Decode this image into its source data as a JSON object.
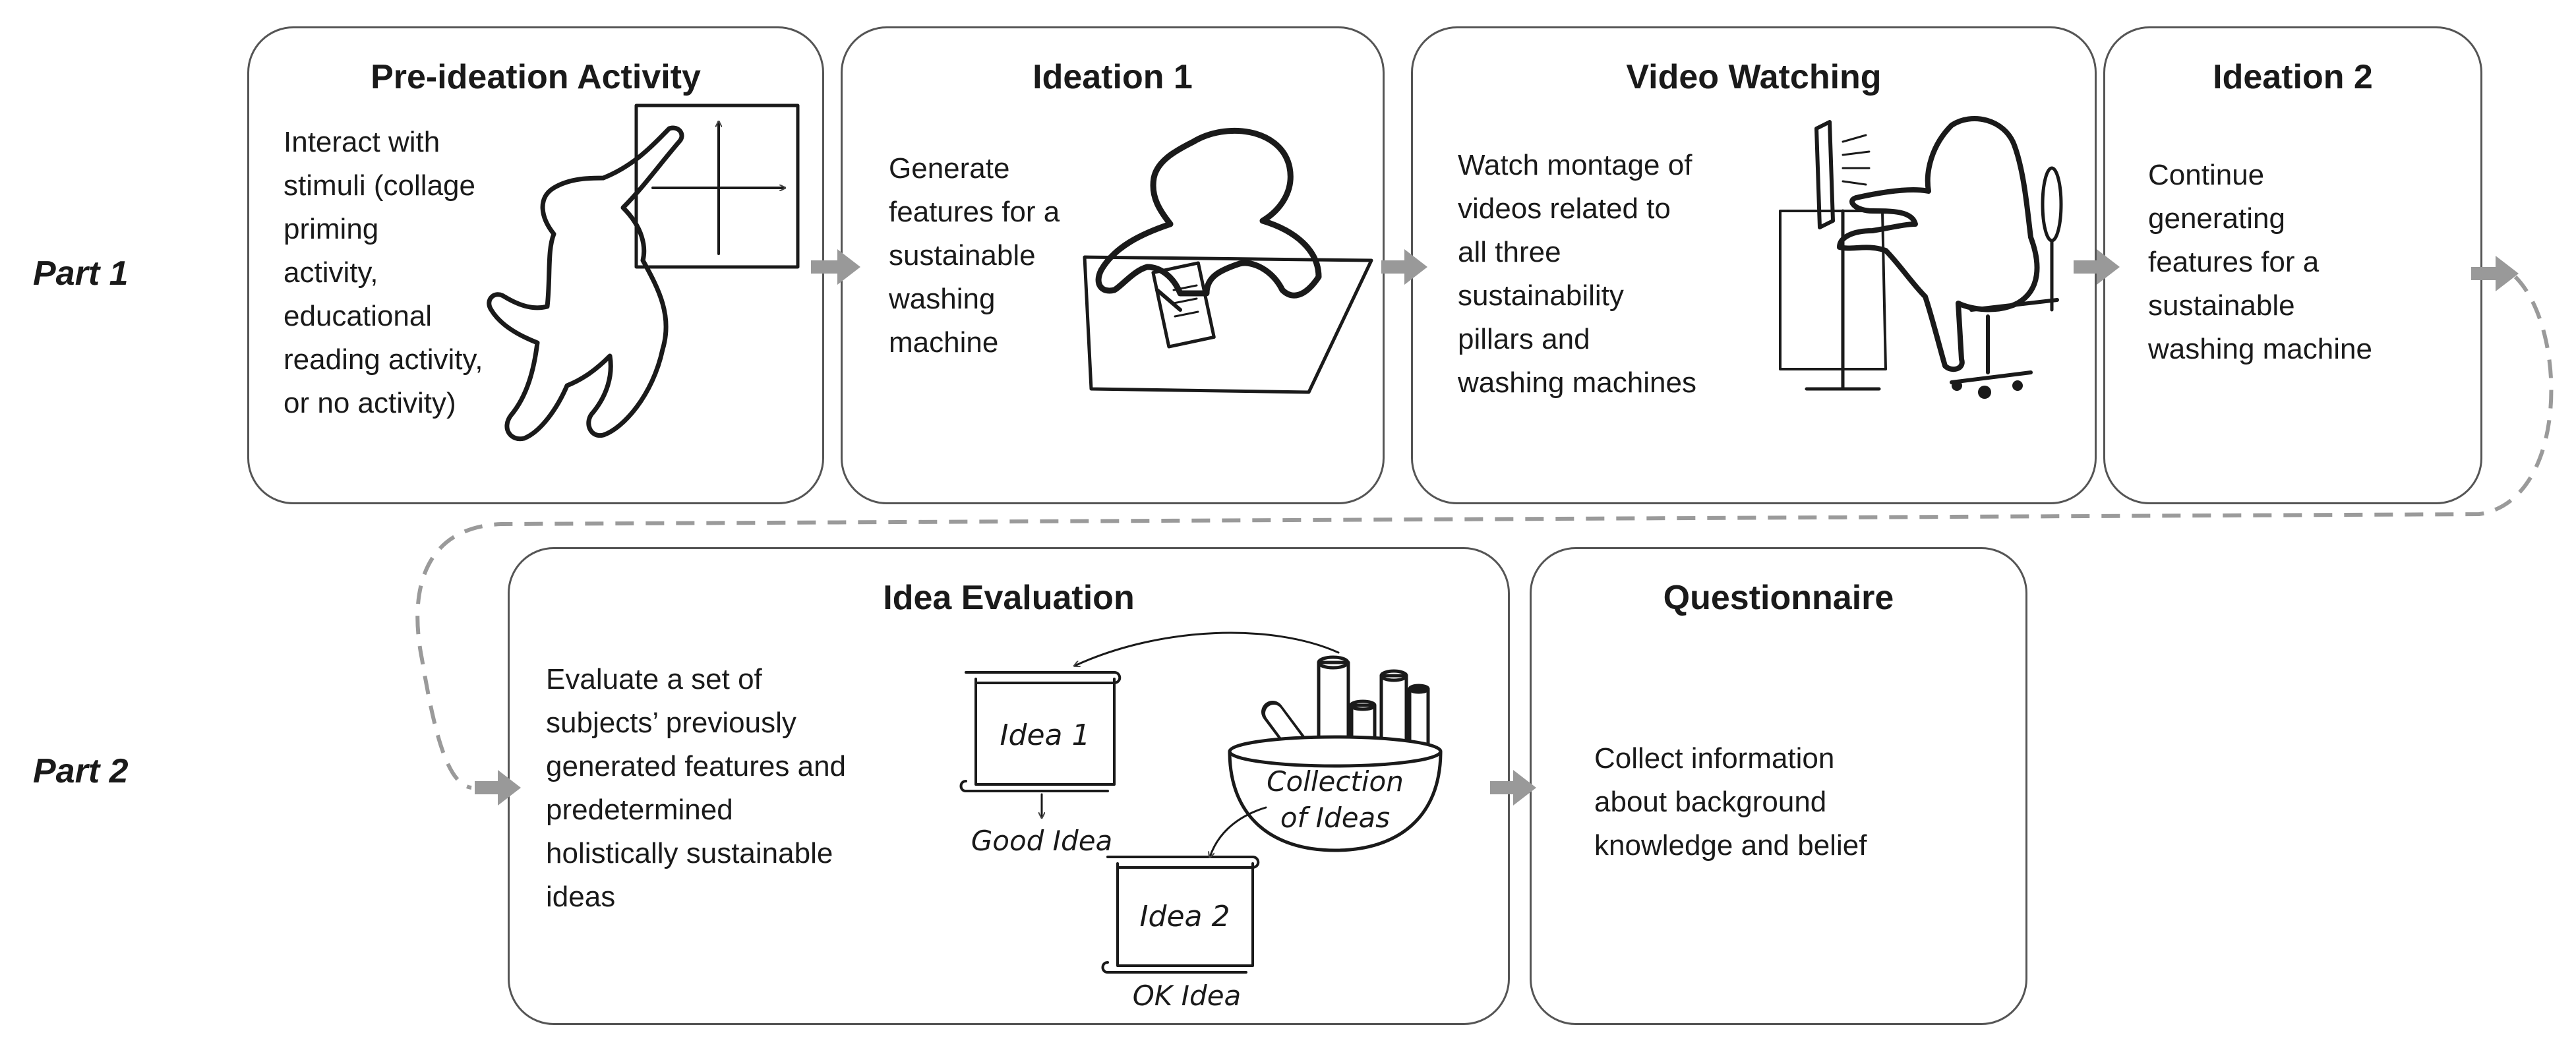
{
  "parts": {
    "part1": "Part 1",
    "part2": "Part 2"
  },
  "stages": {
    "pre_ideation": {
      "title": "Pre-ideation Activity",
      "lines": [
        "Interact with",
        "stimuli (collage",
        "priming",
        "activity,",
        "educational",
        "reading activity,",
        "or no activity)"
      ]
    },
    "ideation1": {
      "title": "Ideation 1",
      "lines": [
        "Generate",
        "features for a",
        "sustainable",
        "washing",
        "machine"
      ]
    },
    "video": {
      "title": "Video Watching",
      "lines": [
        "Watch montage of",
        "videos related to",
        "all three",
        "sustainability",
        "pillars and",
        "washing machines"
      ]
    },
    "ideation2": {
      "title": "Ideation 2",
      "lines": [
        "Continue",
        "generating",
        "features for a",
        "sustainable",
        "washing machine"
      ]
    },
    "evaluation": {
      "title": "Idea Evaluation",
      "lines": [
        "Evaluate a set of",
        "subjects’ previously",
        "generated features and",
        "predetermined",
        "holistically sustainable",
        "ideas"
      ],
      "sketch": {
        "idea1": "Idea 1",
        "good": "Good Idea",
        "idea2": "Idea 2",
        "ok": "OK Idea",
        "collection_line1": "Collection",
        "collection_line2": "of Ideas"
      }
    },
    "questionnaire": {
      "title": "Questionnaire",
      "lines": [
        "Collect information",
        "about background",
        "knowledge and belief"
      ]
    }
  },
  "colors": {
    "border": "#555555",
    "arrow": "#999999",
    "connector": "#9a9a9a",
    "ink": "#1a1a1a"
  }
}
